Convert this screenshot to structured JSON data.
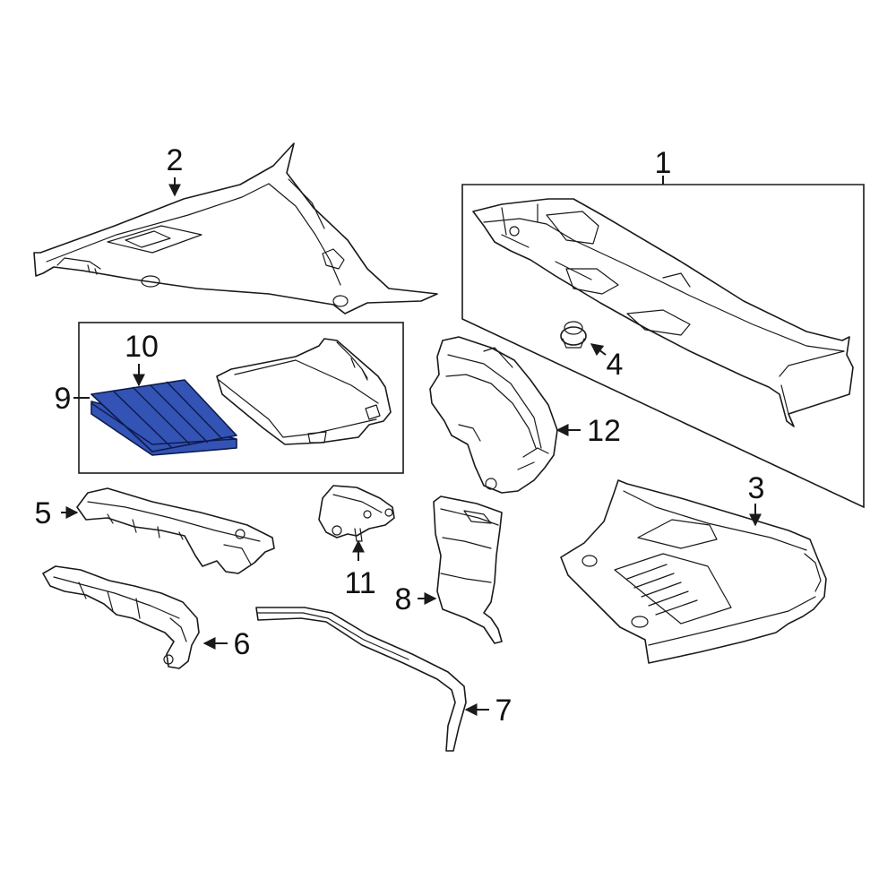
{
  "diagram": {
    "highlight_color": "#3353b5",
    "line_color": "#1a1a1a",
    "background": "#ffffff",
    "callouts": [
      {
        "id": "c1",
        "label": "1"
      },
      {
        "id": "c2",
        "label": "2"
      },
      {
        "id": "c3",
        "label": "3"
      },
      {
        "id": "c4",
        "label": "4"
      },
      {
        "id": "c5",
        "label": "5"
      },
      {
        "id": "c6",
        "label": "6"
      },
      {
        "id": "c7",
        "label": "7"
      },
      {
        "id": "c8",
        "label": "8"
      },
      {
        "id": "c9",
        "label": "9"
      },
      {
        "id": "c10",
        "label": "10"
      },
      {
        "id": "c11",
        "label": "11"
      },
      {
        "id": "c12",
        "label": "12"
      }
    ]
  }
}
